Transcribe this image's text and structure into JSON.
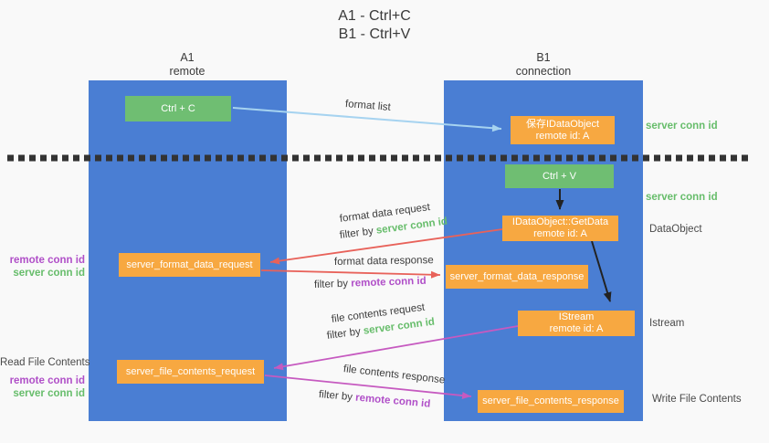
{
  "title": {
    "line1": "A1 - Ctrl+C",
    "line2": "B1 - Ctrl+V"
  },
  "lanes": {
    "a1": {
      "name": "A1",
      "role": "remote"
    },
    "b1": {
      "name": "B1",
      "role": "connection"
    }
  },
  "boxes": {
    "ctrl_c": {
      "label": "Ctrl + C"
    },
    "save_dataobject": {
      "line1": "保存IDataObject",
      "line2": "remote id: A"
    },
    "ctrl_v": {
      "label": "Ctrl + V"
    },
    "getdata": {
      "line1": "IDataObject::GetData",
      "line2": "remote id: A"
    },
    "format_request": {
      "label": "server_format_data_request"
    },
    "format_response": {
      "label": "server_format_data_response"
    },
    "istream": {
      "line1": "IStream",
      "line2": "remote id: A"
    },
    "file_request": {
      "label": "server_file_contents_request"
    },
    "file_response": {
      "label": "server_file_contents_response"
    }
  },
  "arrow_labels": {
    "format_list": "format list",
    "format_data_request": "format data request",
    "format_data_response": "format data response",
    "file_contents_request": "file contents request",
    "file_contents_response": "file contents response",
    "filter_by": "filter by",
    "server_conn_id": "server conn id",
    "remote_conn_id": "remote conn id"
  },
  "side_labels": {
    "right_server_conn_id_top": "server conn id",
    "right_server_conn_id_mid": "server conn id",
    "dataobject": "DataObject",
    "istream": "Istream",
    "write_file_contents": "Write File Contents",
    "read_file_contents": "Read File Contents",
    "left_remote_conn_id_top": "remote conn id",
    "left_server_conn_id_top": "server conn id",
    "left_remote_conn_id_bottom": "remote conn id",
    "left_server_conn_id_bottom": "server conn id"
  },
  "colors": {
    "background": "#f9f9f9",
    "panel_blue": "#4a7ed3",
    "box_green": "#6fbe72",
    "box_orange": "#f7a841",
    "arrow_blue": "#a6d3f0",
    "arrow_red": "#e8625a",
    "arrow_magenta": "#c65ac0",
    "arrow_black": "#222222",
    "dotted_line": "#333333",
    "text_green": "#67bd6b",
    "text_purple": "#b04fc8",
    "text_dark": "#3d3d3d"
  }
}
